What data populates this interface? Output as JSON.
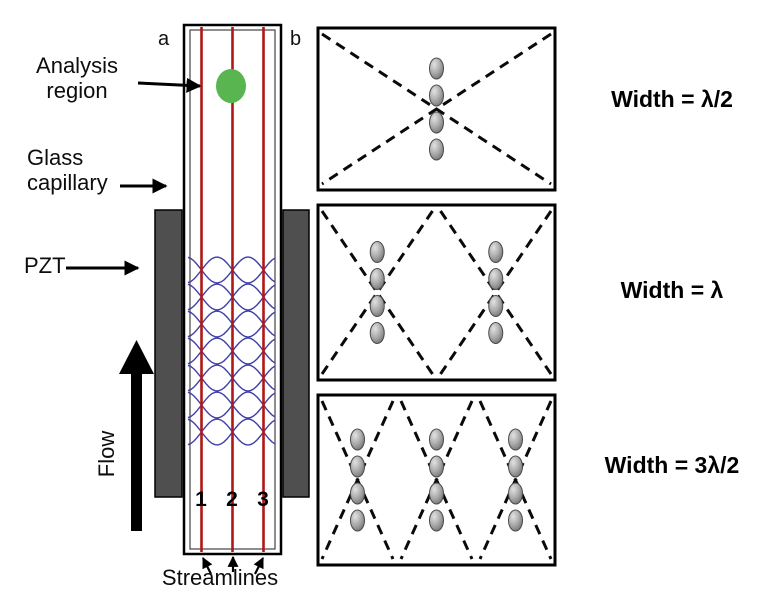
{
  "figure": {
    "panel_a_label": "a",
    "panel_b_label": "b",
    "labels": {
      "analysis_region": "Analysis region",
      "glass_capillary": "Glass capillary",
      "pzt": "PZT",
      "flow": "Flow",
      "streamlines": "Streamlines"
    },
    "streamline_numbers": [
      "1",
      "2",
      "3"
    ],
    "panels": [
      {
        "width_label": "Width = λ/2",
        "nodes": 1
      },
      {
        "width_label": "Width = λ",
        "nodes": 2
      },
      {
        "width_label": "Width = 3λ/2",
        "nodes": 3
      }
    ],
    "colors": {
      "streamline": "#b01818",
      "wave": "#3f3fa5",
      "analysis_region": "#58b550",
      "pzt_fill": "#4f4f4f",
      "particle": "#a8a8a8",
      "node_line": "#0a0a0a"
    }
  }
}
